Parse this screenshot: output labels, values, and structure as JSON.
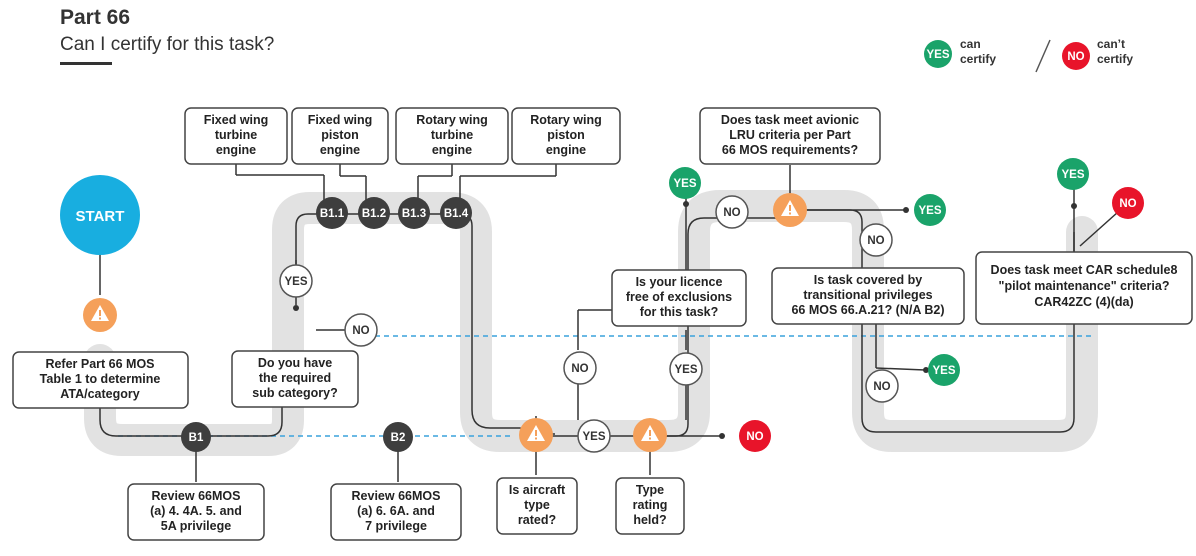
{
  "header": {
    "title": "Part 66",
    "subtitle": "Can I certify for this task?"
  },
  "legend": {
    "yes_label": "YES",
    "yes_text": [
      "can",
      "certify"
    ],
    "no_label": "NO",
    "no_text": [
      "can’t",
      "certify"
    ]
  },
  "colors": {
    "yes": "#1aa36a",
    "no": "#e8142a",
    "start": "#18aee0",
    "warning": "#f5a05a",
    "category": "#3e3e3e",
    "track": "#e2e2e2",
    "dashed": "#3aa2dc"
  },
  "start": {
    "label": "START"
  },
  "categories": {
    "b11": "B1.1",
    "b12": "B1.2",
    "b13": "B1.3",
    "b14": "B1.4",
    "b1": "B1",
    "b2": "B2"
  },
  "engine_boxes": {
    "fw_turbine": [
      "Fixed wing",
      "turbine",
      "engine"
    ],
    "fw_piston": [
      "Fixed wing",
      "piston",
      "engine"
    ],
    "rw_turbine": [
      "Rotary wing",
      "turbine",
      "engine"
    ],
    "rw_piston": [
      "Rotary wing",
      "piston",
      "engine"
    ]
  },
  "boxes": {
    "refer": [
      "Refer Part 66 MOS",
      "Table 1 to determine",
      "ATA/category"
    ],
    "subcategory": [
      "Do you have",
      "the required",
      "sub category?"
    ],
    "review_b1": [
      "Review 66MOS",
      "(a) 4. 4A. 5. and",
      "5A privilege"
    ],
    "review_b2": [
      "Review 66MOS",
      "(a) 6. 6A. and",
      "7 privilege"
    ],
    "type_rated": [
      "Is aircraft",
      "type",
      "rated?"
    ],
    "rating_held": [
      "Type",
      "rating",
      "held?"
    ],
    "licence": [
      "Is your licence",
      "free of exclusions",
      "for this task?"
    ],
    "avionic": [
      "Does task meet avionic",
      "LRU criteria per Part",
      "66 MOS requirements?"
    ],
    "transitional": [
      "Is task covered by",
      "transitional privileges",
      "66 MOS 66.A.21? (N/A B2)"
    ],
    "car": [
      "Does task meet CAR schedule8",
      "\"pilot maintenance\" criteria?",
      "CAR42ZC (4)(da)"
    ]
  },
  "answers": {
    "yes": "YES",
    "no": "NO"
  }
}
